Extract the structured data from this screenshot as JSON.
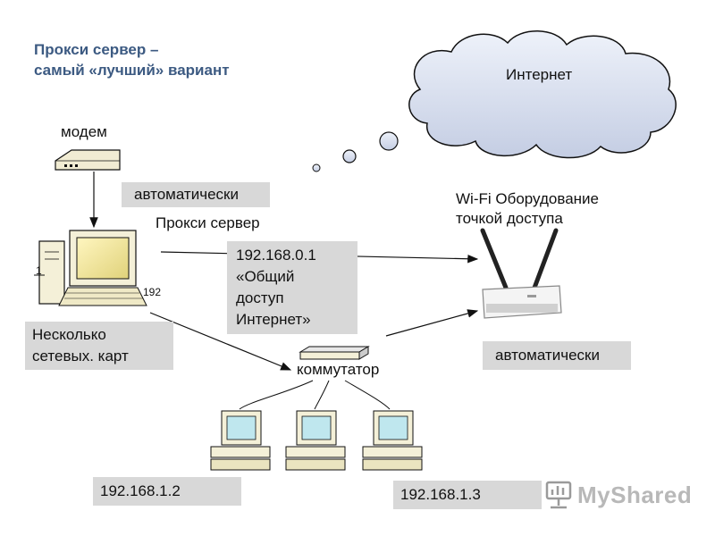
{
  "title": {
    "line1": "Прокси сервер –",
    "line2": "самый «лучший» вариант"
  },
  "cloud": {
    "label": "Интернет"
  },
  "modem": {
    "label": "модем"
  },
  "modem_mode": {
    "label": "автоматически"
  },
  "proxy": {
    "label": "Прокси сервер",
    "nic_labels": {
      "top": "1",
      "right": "192"
    },
    "cards": {
      "line1": "Несколько",
      "line2": "сетевых. карт"
    }
  },
  "shared_ip": {
    "line1": "192.168.0.1",
    "line2": "«Общий",
    "line3": "доступ",
    "line4": "Интернет»"
  },
  "wifi": {
    "title_line1": "Wi-Fi Оборудование",
    "title_line2": "точкой доступа",
    "mode": "автоматически"
  },
  "switch": {
    "label": "коммутатор"
  },
  "clients": {
    "ip_left": "192.168.1.2",
    "ip_right": "192.168.1.3"
  },
  "watermark": {
    "text": "MyShared"
  }
}
